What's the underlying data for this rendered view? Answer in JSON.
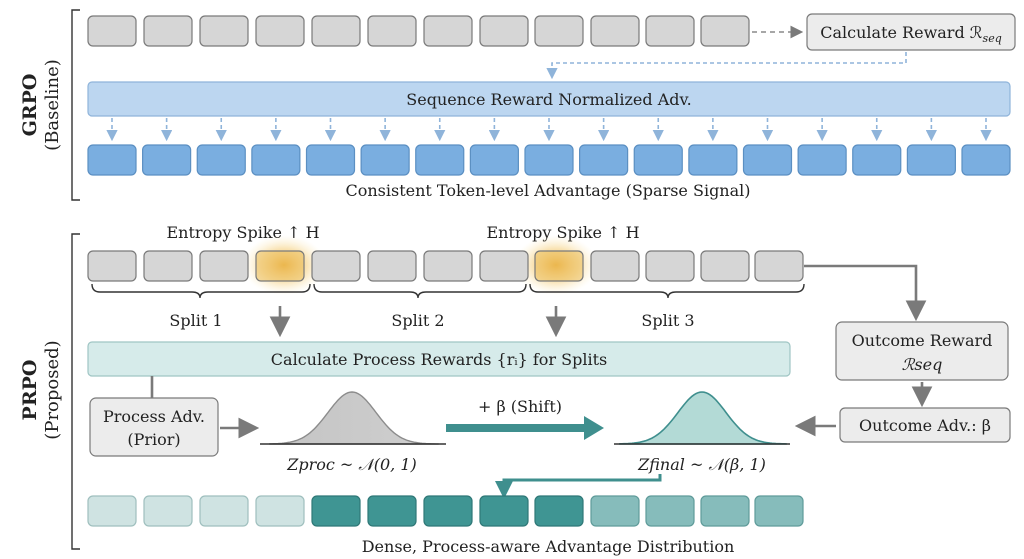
{
  "grpo": {
    "name": "GRPO",
    "tag": "(Baseline)",
    "reward_box": "Calculate Reward ℛ",
    "reward_sub": "seq",
    "norm_bar": "Sequence Reward Normalized Adv.",
    "caption": "Consistent Token-level Advantage (Sparse Signal)"
  },
  "prpo": {
    "name": "PRPO",
    "tag": "(Proposed)",
    "spike_label": "Entropy Spike ↑ H",
    "splits": [
      "Split 1",
      "Split 2",
      "Split 3"
    ],
    "process_bar": "Calculate Process Rewards {rᵢ} for Splits",
    "process_adv_line1": "Process Adv.",
    "process_adv_line2": "(Prior)",
    "outcome_reward_line1": "Outcome Reward",
    "outcome_reward_line2": "ℛseq",
    "outcome_adv": "Outcome Adv.: β",
    "shift_label": "+ β (Shift)",
    "z_proc": "Zproc ~ 𝒩(0, 1)",
    "z_final": "Zfinal ~ 𝒩(β, 1)",
    "caption": "Dense, Process-aware Advantage Distribution"
  },
  "colors": {
    "gray_token": "#d6d6d6",
    "blue_token": "#7aaee0",
    "teal_light": "#cfe3e2",
    "teal_mid": "#86bcbb",
    "teal_dark": "#3f9593",
    "spike_glow": "#f0b030"
  }
}
